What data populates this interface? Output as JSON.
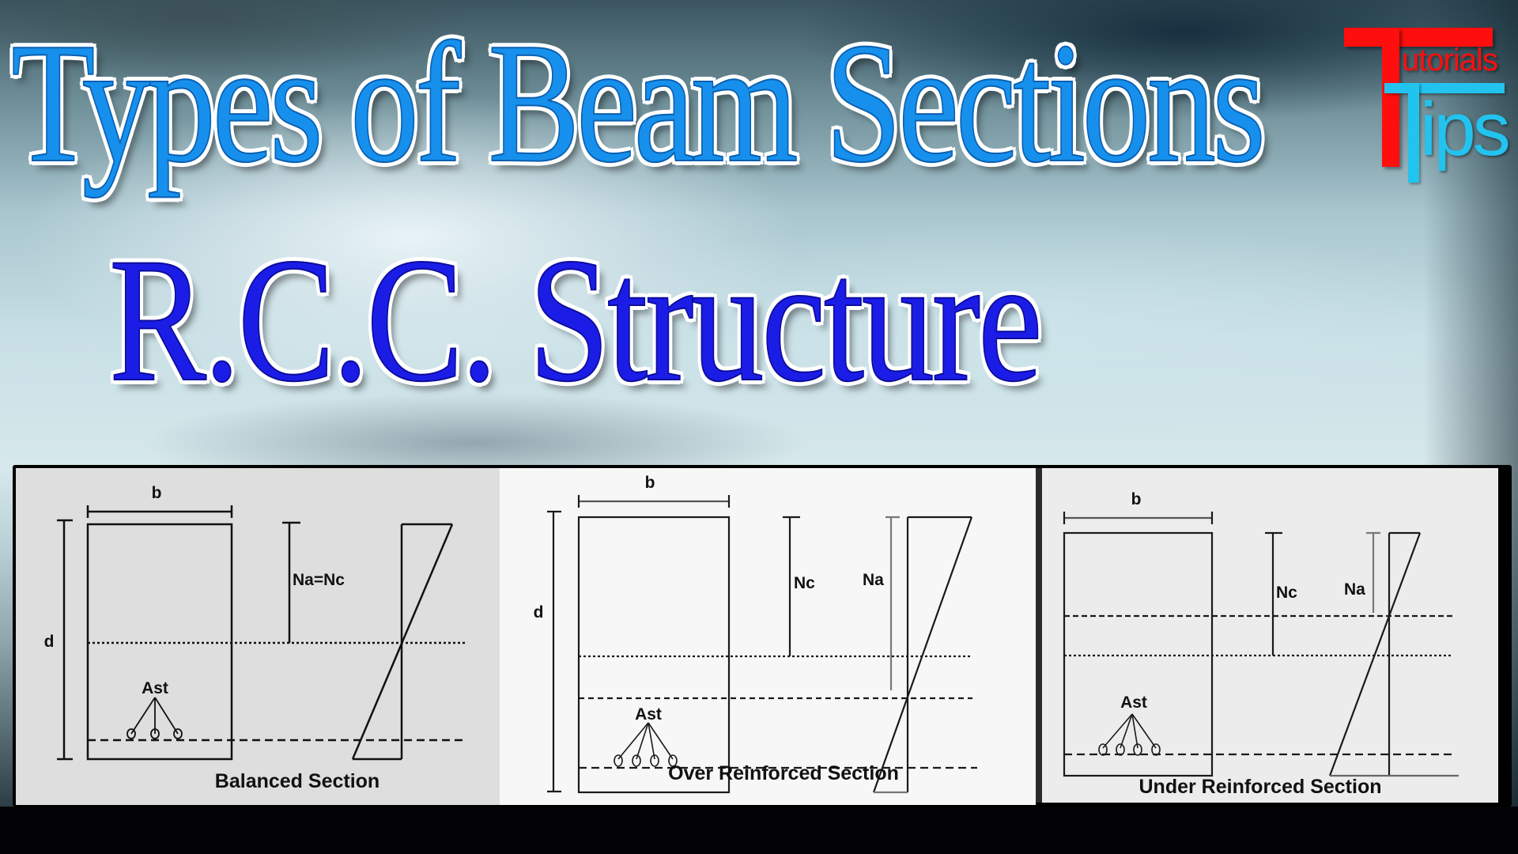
{
  "title": "Types of Beam Sections",
  "subtitle": "R.C.C. Structure",
  "logo": {
    "top_word": "utorials",
    "bottom_word": "ips",
    "initial": "T",
    "full_text": "Tutorials Tips",
    "colors": {
      "red": "#ff0e0e",
      "cyan": "#23c3ef"
    }
  },
  "colors": {
    "title": "#1690ec",
    "subtitle": "#1b1de6",
    "outline": "#ffffff"
  },
  "panels": [
    {
      "caption": "Balanced Section",
      "labels": {
        "width": "b",
        "depth": "d",
        "neutral_axis": "Na=Nc",
        "steel": "Ast"
      },
      "bars": 3
    },
    {
      "caption": "Over Reinforced Section",
      "labels": {
        "width": "b",
        "depth": "d",
        "critical_axis": "Nc",
        "actual_axis": "Na",
        "steel": "Ast"
      },
      "bars": 4
    },
    {
      "caption": "Under Reinforced Section",
      "labels": {
        "width": "b",
        "critical_axis": "Nc",
        "actual_axis": "Na",
        "steel": "Ast"
      },
      "bars": 4
    }
  ]
}
